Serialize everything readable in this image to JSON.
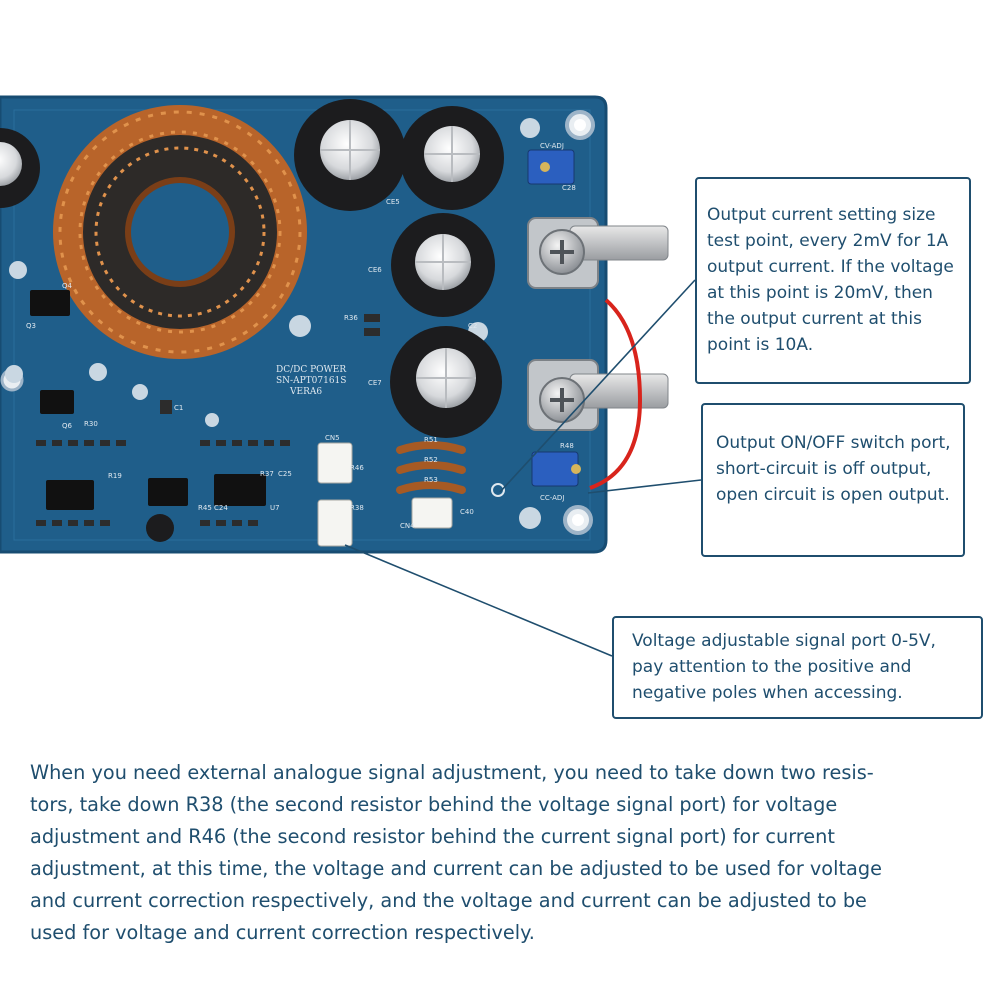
{
  "product_photo": {
    "board_marking": [
      "DC/DC POWER",
      "SN-APT07161S",
      "VERA6"
    ],
    "silkscreen_labels": [
      "CV-ADJ",
      "CC-ADJ",
      "CN5",
      "CN4",
      "C40",
      "R51",
      "R52",
      "R53",
      "R48",
      "R38",
      "R46",
      "C28",
      "CE5",
      "CE6",
      "CE7",
      "C2",
      "R36",
      "R37",
      "C25",
      "U7",
      "R45",
      "C24",
      "R19",
      "R30",
      "Q4",
      "Q3",
      "Q6",
      "C1"
    ],
    "colors": {
      "pcb": "#1f5e8a",
      "pcb_edge": "#174c72",
      "copper_coil": "#b8642a",
      "capacitor": "#1c1c1e",
      "potentiometer": "#2b5fbf",
      "wire_red": "#d8241c"
    }
  },
  "callouts": [
    {
      "text": "Output current setting size test point, every 2mV for 1A output current. If the voltage at this point is 20mV, then the output current at this point is 10A."
    },
    {
      "text": "Output ON/OFF switch port, short-circuit is off output, open circuit is open output."
    },
    {
      "text": "Voltage adjustable signal port 0-5V, pay attention to the positive and negative poles when accessing."
    }
  ],
  "footer": {
    "lines": [
      "When you need external analogue signal adjustment, you need to take down two resis-",
      "tors, take down R38 (the second resistor behind the voltage signal port) for voltage",
      "adjustment and R46 (the second resistor behind the current signal port) for current",
      "adjustment, at this time, the voltage and current can be adjusted to be used for voltage",
      "and current correction respectively, and the voltage and current can be adjusted to be",
      "used for voltage and current correction respectively."
    ]
  }
}
